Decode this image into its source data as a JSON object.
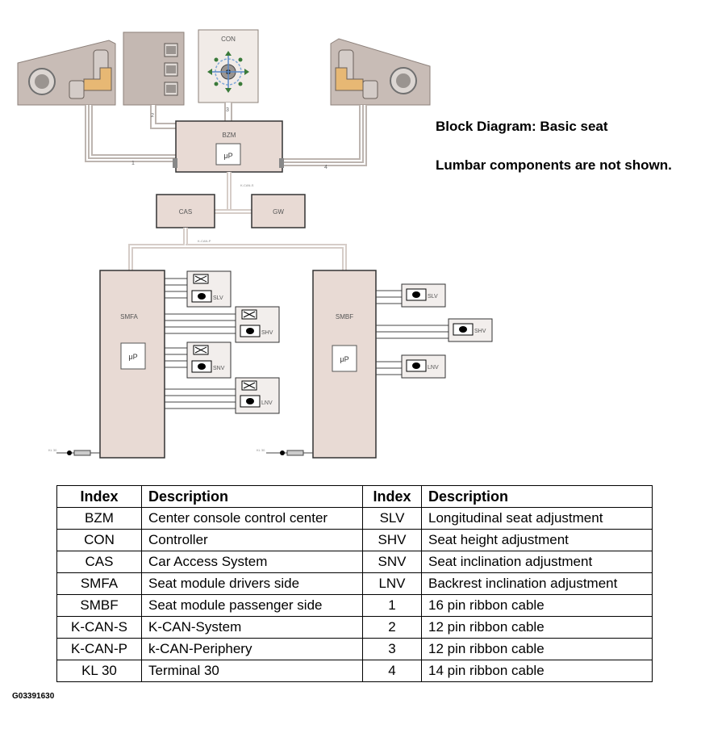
{
  "title_line1": "Block Diagram: Basic seat",
  "title_line2": "Lumbar components are not shown.",
  "figure_code": "G03391630",
  "diagram": {
    "con": "CON",
    "bzm": "BZM",
    "cas": "CAS",
    "gw": "GW",
    "smfa": "SMFA",
    "smbf": "SMBF",
    "mu_p": "μP",
    "slv": "SLV",
    "shv": "SHV",
    "snv": "SNV",
    "lnv": "LNV",
    "ref_1": "1",
    "ref_2": "2",
    "ref_3": "3",
    "ref_4": "4",
    "kl30": "KL 30",
    "k_can_s": "K-CAN-S",
    "k_can_p": "K-CAN-P"
  },
  "table": {
    "headers": [
      "Index",
      "Description",
      "Index",
      "Description"
    ],
    "rows": [
      [
        "BZM",
        "Center console control center",
        "SLV",
        "Longitudinal seat adjustment"
      ],
      [
        "CON",
        "Controller",
        "SHV",
        "Seat height adjustment"
      ],
      [
        "CAS",
        "Car Access System",
        "SNV",
        "Seat inclination adjustment"
      ],
      [
        "SMFA",
        "Seat module drivers side",
        "LNV",
        "Backrest inclination adjustment"
      ],
      [
        "SMBF",
        "Seat module passenger side",
        "1",
        "16 pin ribbon cable"
      ],
      [
        "K-CAN-S",
        "K-CAN-System",
        "2",
        "12 pin ribbon cable"
      ],
      [
        "K-CAN-P",
        "k-CAN-Periphery",
        "3",
        "12 pin ribbon cable"
      ],
      [
        "KL 30",
        "Terminal 30",
        "4",
        "14 pin ribbon cable"
      ]
    ]
  }
}
